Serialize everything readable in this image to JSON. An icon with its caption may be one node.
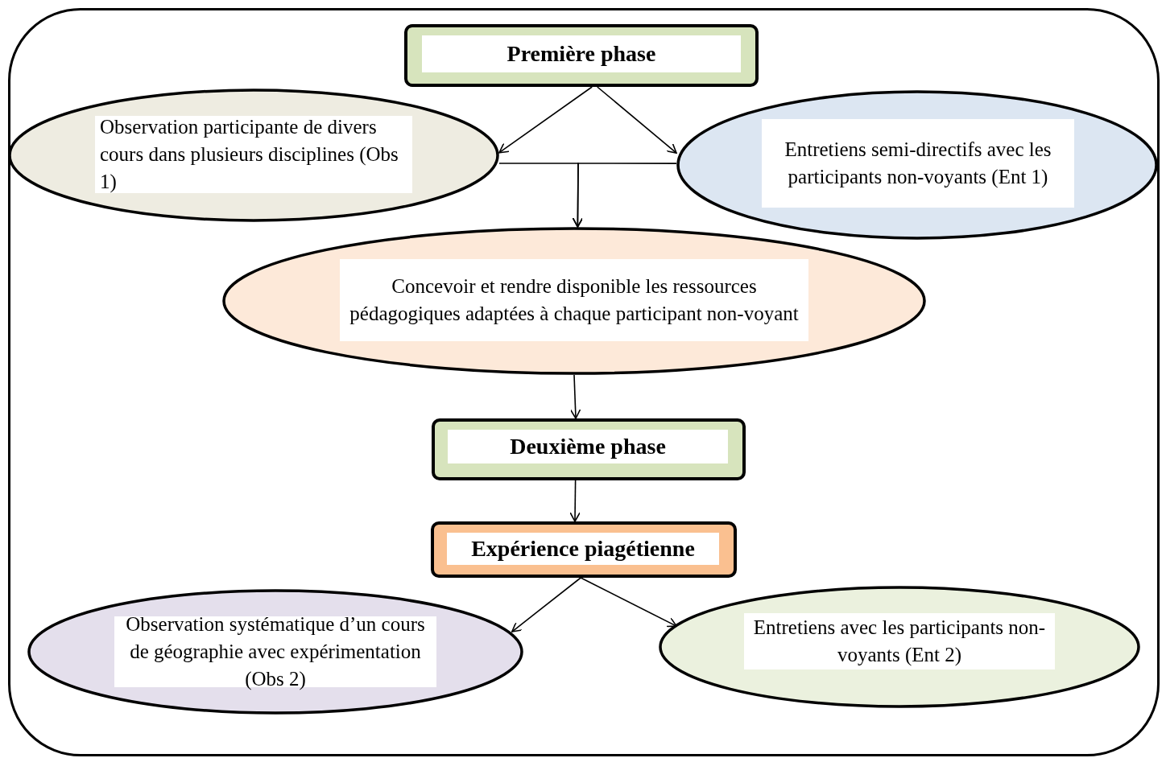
{
  "diagram": {
    "nodes": [
      {
        "text": [],
        "shape": "box"
      },
      {
        "text": [
          "Première phase"
        ],
        "in": 0
      },
      {
        "text": [
          "Observation participante de divers cours dans plusieurs disciplines (Obs 1)"
        ],
        "in": 0
      },
      {
        "text": [
          "Entretiens semi-directifs avec les participants non-voyants (Ent 1)"
        ],
        "in": 0
      },
      {
        "text": [
          "Concevoir et rendre disponible les ressources pédagogiques adaptées à chaque participant non-voyant"
        ],
        "in": 0
      },
      {
        "text": [
          "Deuxième phase"
        ],
        "in": 0
      },
      {
        "text": [
          "Expérience piagétienne"
        ],
        "in": 0
      },
      {
        "text": [
          "Observation systématique d’un cours de géographie avec expérimentation (Obs 2)"
        ],
        "in": 0
      },
      {
        "text": [
          "Entretiens avec les participants non-voyants (Ent 2)"
        ],
        "in": 0
      }
    ],
    "edges": [
      {
        "from": 1,
        "to": 2,
        "arrow": "to"
      },
      {
        "from": 1,
        "to": 3,
        "arrow": "to"
      },
      {
        "from": 2,
        "to": 4,
        "arrow": "to"
      },
      {
        "from": 3,
        "to": 4,
        "arrow": "to"
      },
      {
        "from": 4,
        "to": 5,
        "arrow": "to"
      },
      {
        "from": 5,
        "to": 6,
        "arrow": "to"
      },
      {
        "from": 6,
        "to": 7,
        "arrow": "to"
      },
      {
        "from": 6,
        "to": 8,
        "arrow": "to"
      }
    ]
  }
}
